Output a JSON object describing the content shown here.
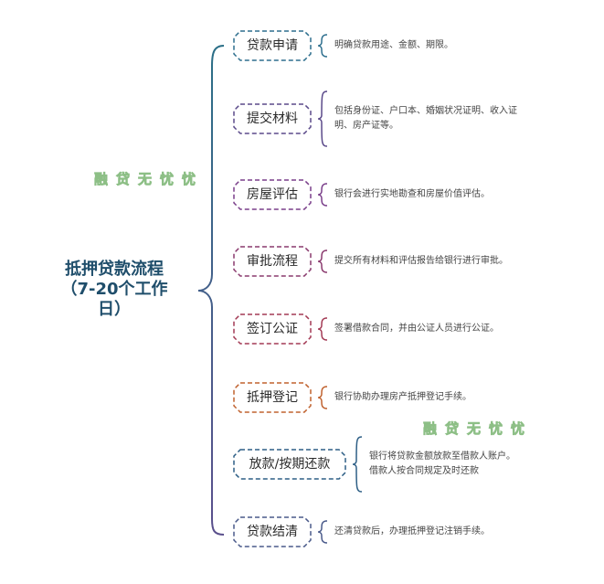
{
  "root": {
    "title_line1": "抵押贷款流程",
    "title_line2": "（7-20个工作",
    "title_line3": "日）"
  },
  "watermark": "融贷无忧忧",
  "colors": {
    "root": "#1f4e6b",
    "bracket_top": "#2b6f87",
    "bracket_bottom": "#5a4f8c"
  },
  "steps": [
    {
      "label": "贷款申请",
      "color": "#2e6f8e",
      "desc": [
        "明确贷款用途、金额、期限。"
      ]
    },
    {
      "label": "提交材料",
      "color": "#5b4a8a",
      "desc": [
        "包括身份证、户口本、婚姻状况证明、收入证",
        "明、房产证等。"
      ]
    },
    {
      "label": "房屋评估",
      "color": "#7a3f8a",
      "desc": [
        "银行会进行实地勘查和房屋价值评估。"
      ]
    },
    {
      "label": "审批流程",
      "color": "#8a3a6e",
      "desc": [
        "提交所有材料和评估报告给银行进行审批。"
      ]
    },
    {
      "label": "签订公证",
      "color": "#a33a55",
      "desc": [
        "签署借款合同，并由公证人员进行公证。"
      ]
    },
    {
      "label": "抵押登记",
      "color": "#c0622f",
      "desc": [
        "银行协助办理房产抵押登记手续。"
      ]
    },
    {
      "label": "放款/按期还款",
      "color": "#2e5f86",
      "desc": [
        "银行将贷款金额放款至借款人账户。",
        "借款人按合同规定及时还款"
      ]
    },
    {
      "label": "贷款结清",
      "color": "#4a5a8a",
      "desc": [
        "还清贷款后，办理抵押登记注销手续。"
      ]
    }
  ]
}
